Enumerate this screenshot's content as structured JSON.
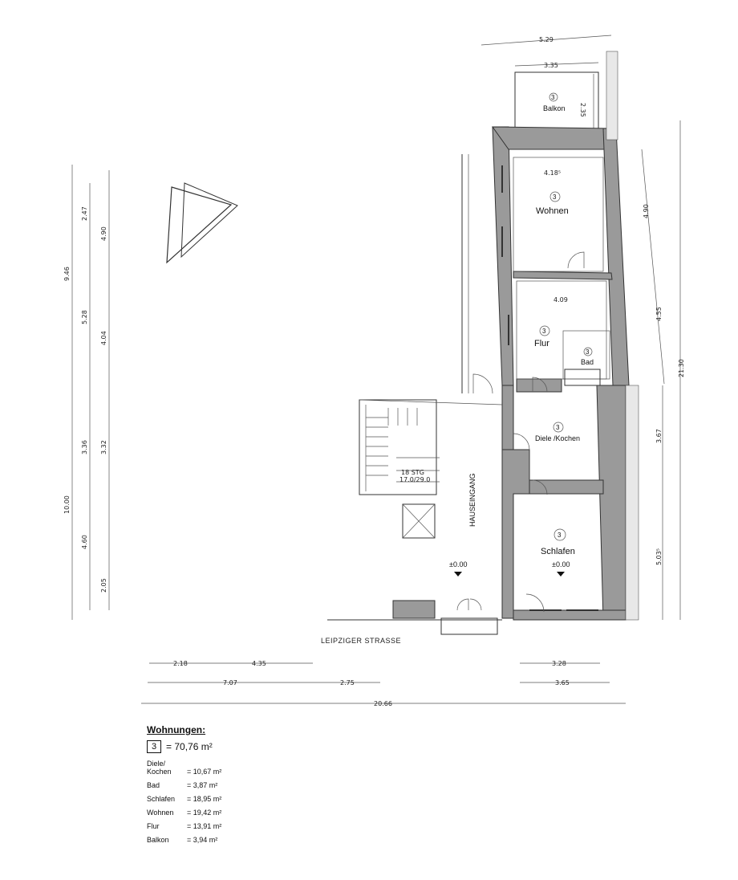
{
  "street": "LEIPZIGER STRASSE",
  "entrance": "HAUSEINGANG",
  "levels": [
    "±0.00",
    "±0.00"
  ],
  "rooms": {
    "balkon": {
      "num": "3",
      "label": "Balkon",
      "dim": "2.35"
    },
    "wohnen": {
      "num": "3",
      "label": "Wohnen",
      "dim": "4.18⁵"
    },
    "flur": {
      "num": "3",
      "label": "Flur",
      "dim": "4.09"
    },
    "bad": {
      "num": "3",
      "label": "Bad"
    },
    "diele": {
      "num": "3",
      "label": "Diele /Kochen"
    },
    "schlafen": {
      "num": "3",
      "label": "Schlafen"
    }
  },
  "dimensions": {
    "top_outer": "5.29",
    "top_inner": "3.35",
    "left_outer_a": "9.46",
    "left_outer_b": "10.00",
    "left_mid_a": "2.47",
    "left_mid_b": "5.28",
    "left_mid_c": "3.36",
    "left_mid_d": "4.60",
    "left_inner_a": "4.90",
    "left_inner_b": "4.04",
    "left_inner_c": "3.32",
    "left_inner_d": "2.05",
    "right_a": "4.90",
    "right_b": "4.55",
    "right_c": "3.67",
    "right_d": "5.03⁵",
    "right_total": "21.30",
    "bottom_a1": "2.18",
    "bottom_a2": "4.35",
    "bottom_b1": "7.07",
    "bottom_b2": "2.75",
    "bottom_total": "20.66",
    "bottom_r1": "3.28",
    "bottom_r2": "3.65"
  },
  "stairs": {
    "label_a": "18 STG",
    "label_b": "17.0/29.0"
  },
  "legend": {
    "title": "Wohnungen:",
    "unit": "3",
    "unit_area": "= 70,76 m²",
    "rows": [
      {
        "name": "Diele/\nKochen",
        "value": "= 10,67 m²"
      },
      {
        "name": "Bad",
        "value": "=   3,87 m²"
      },
      {
        "name": "Schlafen",
        "value": "= 18,95 m²"
      },
      {
        "name": "Wohnen",
        "value": "= 19,42 m²"
      },
      {
        "name": "Flur",
        "value": "= 13,91 m²"
      },
      {
        "name": "Balkon",
        "value": "=   3,94 m²"
      }
    ]
  }
}
